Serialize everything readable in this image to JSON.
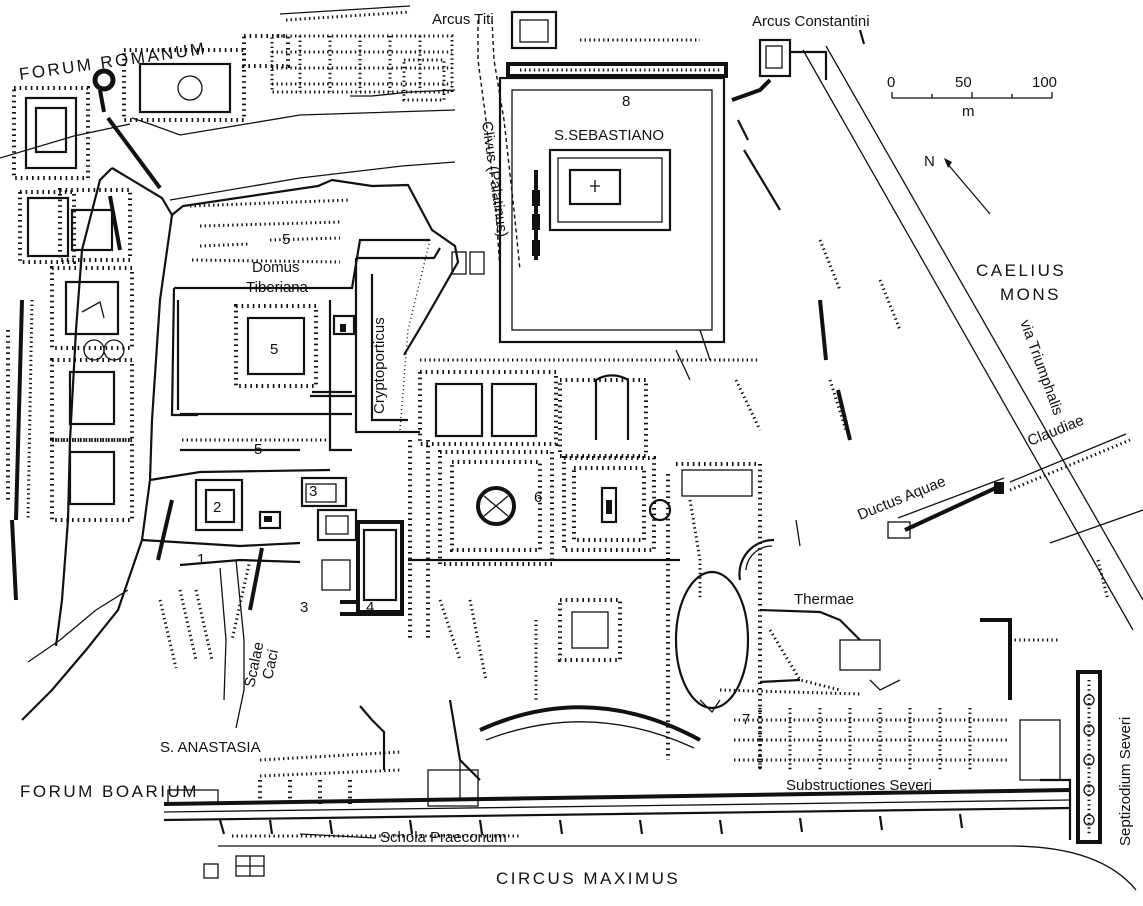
{
  "map": {
    "labels": {
      "forum_romanum": "FORUM ROMANUM",
      "arcus_titi": "Arcus Titi",
      "arcus_constantini": "Arcus Constantini",
      "clivus_palatinus": "Clivus (Palatinus)",
      "s_sebastiano": "S.SEBASTIANO",
      "domus_tiberiana": "Domus",
      "domus_tiberiana_2": "Tiberiana",
      "cryptoporticus": "Cryptoporticus",
      "caelius_mons_1": "CAELIUS",
      "caelius_mons_2": "MONS",
      "via_triumphalis": "via Triumphalis",
      "ductus_aquae": "Ductus Aquae",
      "claudiae": "Claudiae",
      "thermae": "Thermae",
      "scalae_caci_1": "Scalae",
      "scalae_caci_2": "Caci",
      "s_anastasia": "S. ANASTASIA",
      "forum_boarium": "FORUM BOARIUM",
      "substructiones_severi": "Substructiones Severi",
      "schola_praeconum": "Schola Praeconum",
      "circus_maximus": "CIRCUS MAXIMUS",
      "septizodium_severi": "Septizodium Severi"
    },
    "numbers": {
      "n8": "8",
      "n5a": "5",
      "n5b": "5",
      "n5c": "5",
      "n2": "2",
      "n3a": "3",
      "n1": "1",
      "n3b": "3",
      "n4": "4",
      "n6": "6",
      "n7": "7"
    },
    "scale": {
      "tick_0": "0",
      "tick_50": "50",
      "tick_100": "100",
      "unit": "m"
    },
    "north": "N"
  }
}
